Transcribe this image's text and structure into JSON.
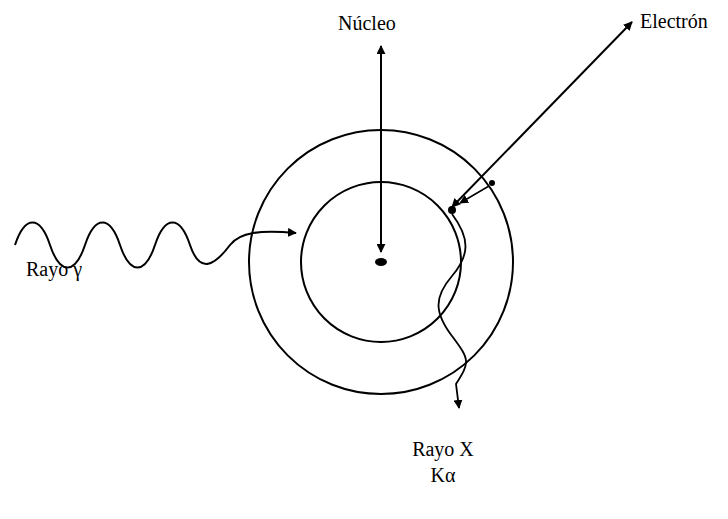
{
  "diagram": {
    "labels": [
      "Núcleo",
      "Electrón",
      "Rayo γ",
      "Rayo X Kα"
    ]
  }
}
